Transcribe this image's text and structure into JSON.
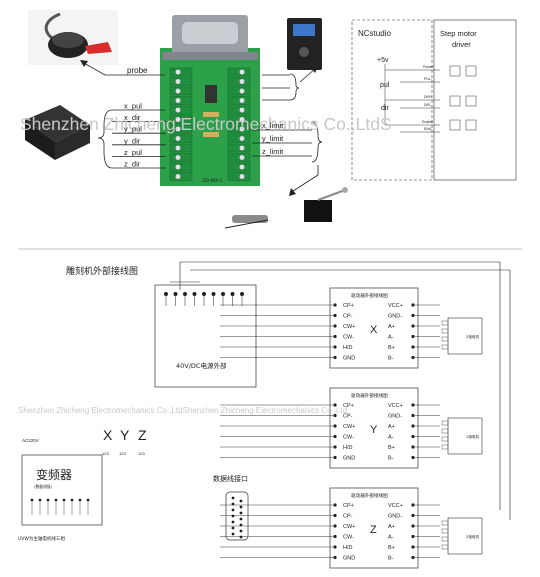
{
  "top": {
    "probe_label": "probe",
    "motor_signals": [
      "x_pul",
      "x_dir",
      "y_pul",
      "y_dir",
      "z_pul",
      "z_dir"
    ],
    "limit_signals": [
      "x_limit",
      "y_limit",
      "z_limit"
    ],
    "board_text": "DD-MDI-C",
    "nc_title": "NCstudio",
    "driver_title": "Step motor driver",
    "plus5v": "+5v",
    "pul": "pul",
    "dir": "dir",
    "pin_pulse_plus": "Pulse+",
    "pin_pul_minus": "PUL-",
    "pin_dir_plus": "DIR+",
    "pin_dir_minus": "DIR-",
    "pin_enable": "Enable",
    "pin_ena": "ENA-"
  },
  "watermark": "Shenzhen Zhicheng Electromechanics Co.,LtdS",
  "watermark2": "Shenzhen Zhicheng Electromechanics Co.,LtdShenzhen Zhicheng Electromechanics Co.,Ltd",
  "bottom": {
    "title": "雕刻机外部接线图",
    "power_label": "40V/DC电源外部",
    "vfd_label": "变频器",
    "vfd_sub": "(数据线接)",
    "vfd_ac": "AC220V",
    "vfd_motor": "UVW为主轴电机线三相",
    "data_port_label": "数据线接口",
    "axis_letters": [
      "X",
      "Y",
      "Z"
    ],
    "axis_sub": "123",
    "driver_title": "驱动器外部接线图",
    "driver_left_pins": [
      "CP+",
      "CP-",
      "CW+",
      "CW-",
      "H/D",
      "GND"
    ],
    "driver_right_pins": [
      "VCC+",
      "GND-",
      "A+",
      "A-",
      "B+",
      "B-"
    ],
    "motor_label": "2相电机"
  }
}
